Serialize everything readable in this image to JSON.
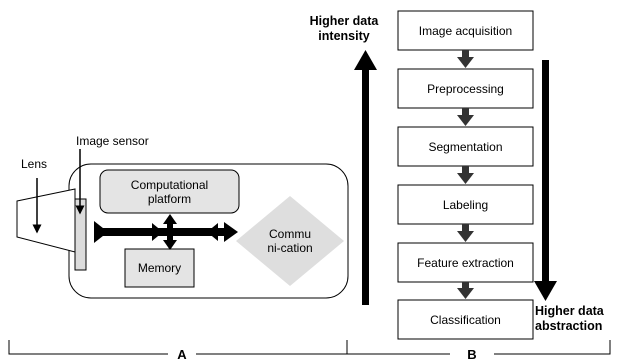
{
  "camera": {
    "lens_label": "Lens",
    "sensor_label": "Image sensor",
    "platform_label": "Computational platform",
    "memory_label": "Memory",
    "communication_label": "Communi-cation",
    "section_label": "A"
  },
  "pipeline": {
    "steps": [
      "Image acquisition",
      "Preprocessing",
      "Segmentation",
      "Labeling",
      "Feature extraction",
      "Classification"
    ],
    "left_axis_label": "Higher data intensity",
    "right_axis_label": "Higher data abstraction",
    "section_label": "B"
  }
}
